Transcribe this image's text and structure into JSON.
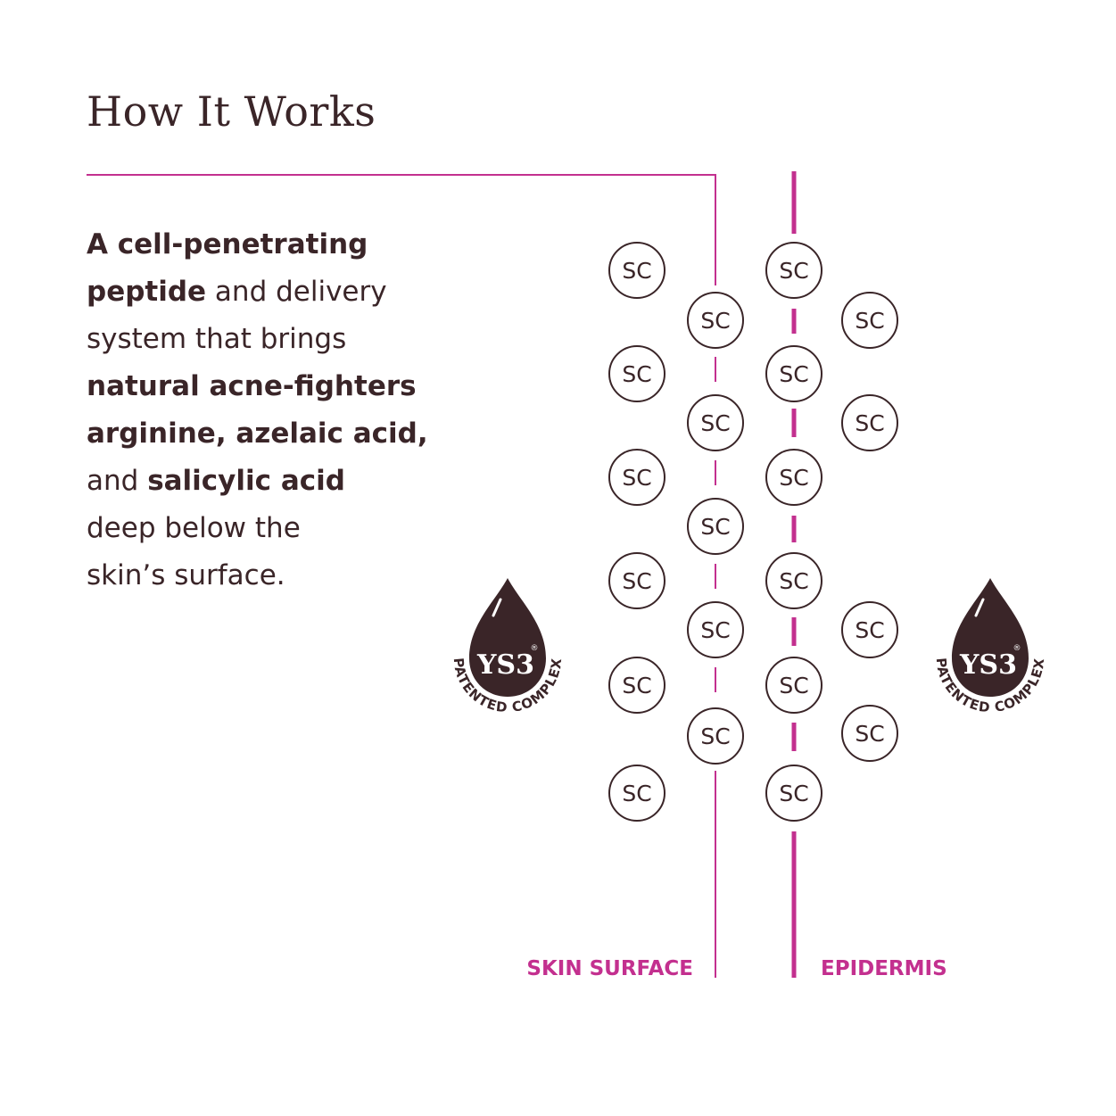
{
  "heading": "How It Works",
  "description": [
    {
      "text": "A cell-penetrating",
      "bold": true
    },
    {
      "text": "\n",
      "bold": false
    },
    {
      "text": "peptide",
      "bold": true
    },
    {
      "text": " and delivery\nsystem that brings\n",
      "bold": false
    },
    {
      "text": "natural acne-fighters\narginine, azelaic acid,",
      "bold": true
    },
    {
      "text": "\nand ",
      "bold": false
    },
    {
      "text": "salicylic acid",
      "bold": true
    },
    {
      "text": "\ndeep below the\nskin’s surface.",
      "bold": false
    }
  ],
  "labels": {
    "skin_surface": "SKIN SURFACE",
    "epidermis": "EPIDERMIS"
  },
  "badge": {
    "logo": "YS3",
    "registered": "®",
    "arc_text": "PATENTED COMPLEX"
  },
  "molecule_label": "SC",
  "colors": {
    "text": "#3a2528",
    "accent": "#c3308f",
    "drop": "#3a2528"
  }
}
